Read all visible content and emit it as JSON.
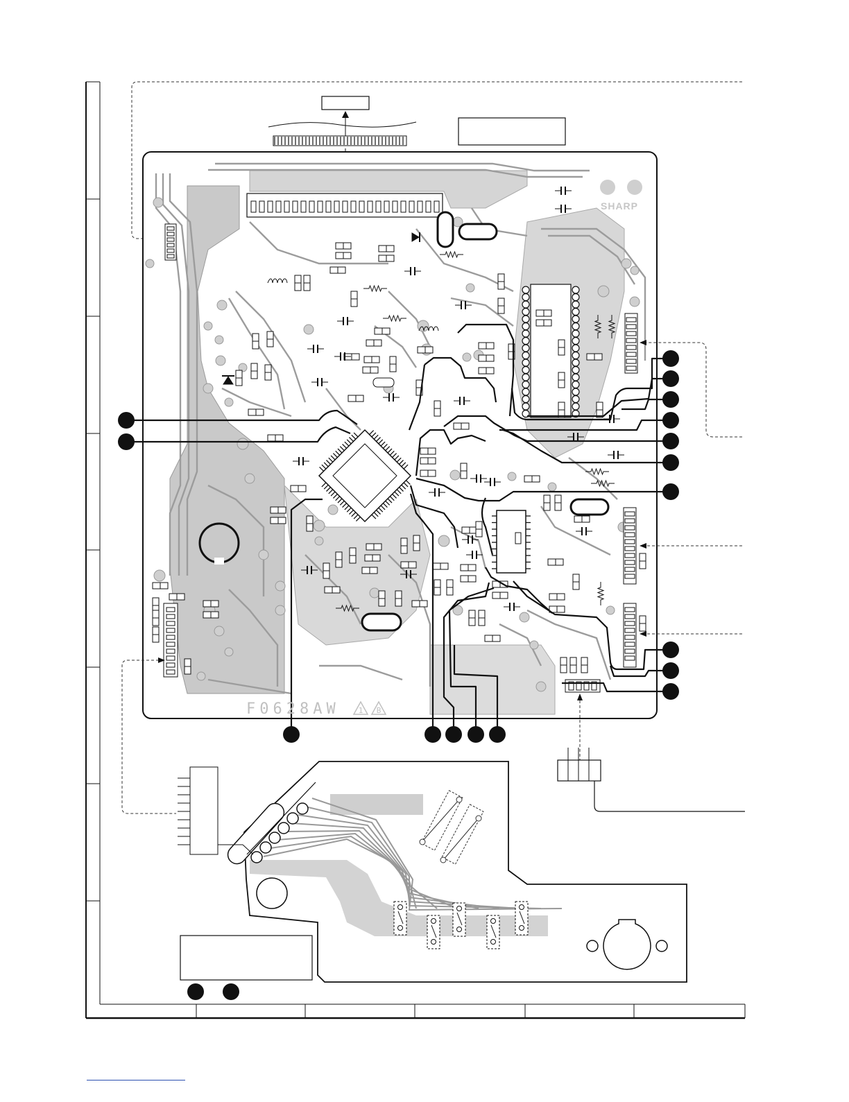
{
  "diagram": {
    "type": "pcb-wiring-side-view",
    "board_marking": "F0628AW",
    "board_revision_marks": [
      "1",
      "B"
    ],
    "logo": "SHARP",
    "colors": {
      "copper": "#c9c9c9",
      "trace_outline": "#4a4a4a",
      "ink": "#111111",
      "terminal": "#111111"
    },
    "icons": [
      "ic-chip-icon",
      "terminal-dot-icon",
      "connector-icon",
      "arrow-icon"
    ]
  }
}
